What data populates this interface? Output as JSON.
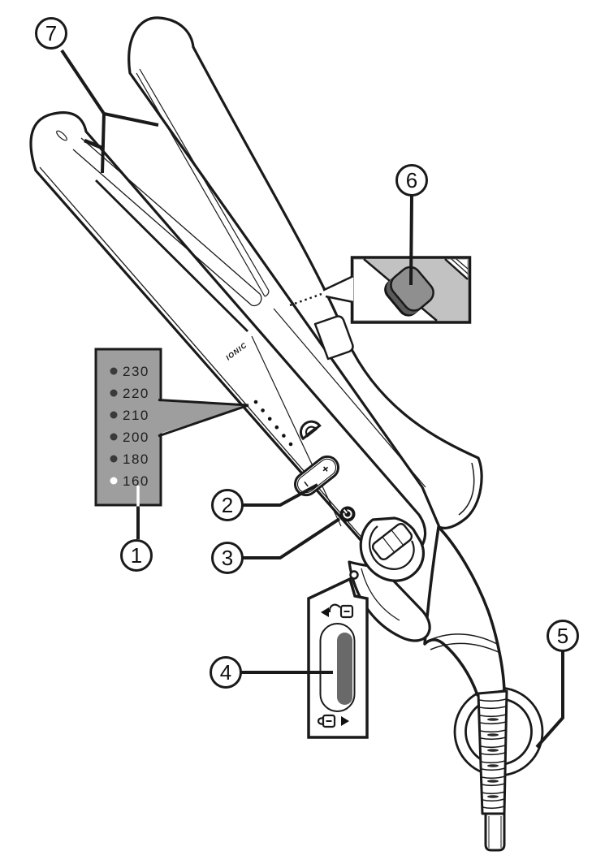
{
  "callouts": [
    {
      "label": "1"
    },
    {
      "label": "2"
    },
    {
      "label": "3"
    },
    {
      "label": "4"
    },
    {
      "label": "5"
    },
    {
      "label": "6"
    },
    {
      "label": "7"
    }
  ],
  "temperature_panel": {
    "bg_color": "#9e9e9e",
    "levels": [
      {
        "label": "230",
        "dot_color": "#3a3a3a"
      },
      {
        "label": "220",
        "dot_color": "#3a3a3a"
      },
      {
        "label": "210",
        "dot_color": "#3a3a3a"
      },
      {
        "label": "200",
        "dot_color": "#3a3a3a"
      },
      {
        "label": "180",
        "dot_color": "#3a3a3a"
      },
      {
        "label": "160",
        "dot_color": "#ffffff"
      }
    ]
  },
  "device": {
    "brand_label": "IONIC",
    "plus_label": "+",
    "minus_label": "−"
  },
  "insets": {
    "power_button": {
      "bg_color": "#c2c2c2",
      "button_top_color": "#8f8f8f",
      "button_mid_color": "#5a5a5a",
      "button_side_color": "#161616"
    },
    "lock_slider": {
      "slider_color": "#696969"
    }
  },
  "colors": {
    "outline": "#1a1a1a"
  }
}
